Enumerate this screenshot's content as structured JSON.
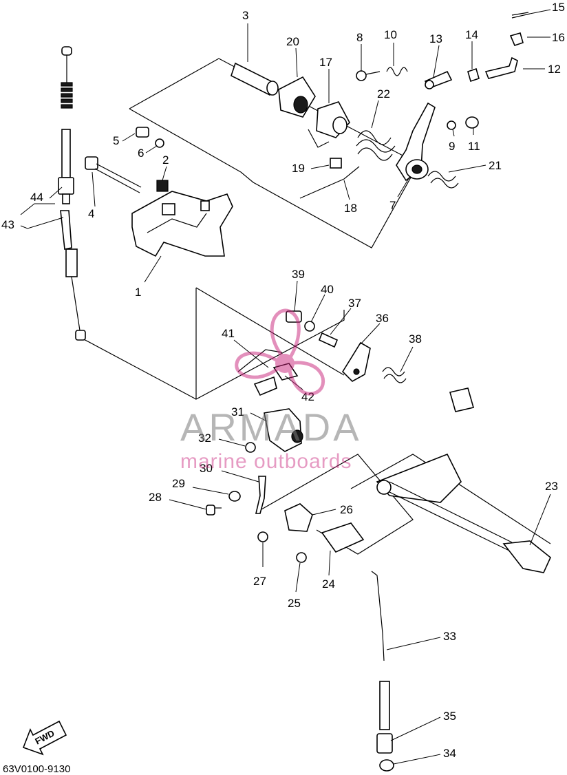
{
  "diagram": {
    "code": "63V0100-9130",
    "fwd_label": "FWD",
    "watermark": {
      "brand": "ARMADA",
      "tagline": "marine outboards",
      "color": "#c8227a"
    },
    "parts": [
      {
        "id": "1",
        "label": "1"
      },
      {
        "id": "2",
        "label": "2"
      },
      {
        "id": "3",
        "label": "3"
      },
      {
        "id": "4",
        "label": "4"
      },
      {
        "id": "5",
        "label": "5"
      },
      {
        "id": "6",
        "label": "6"
      },
      {
        "id": "7",
        "label": "7"
      },
      {
        "id": "8",
        "label": "8"
      },
      {
        "id": "9",
        "label": "9"
      },
      {
        "id": "10",
        "label": "10"
      },
      {
        "id": "11",
        "label": "11"
      },
      {
        "id": "12",
        "label": "12"
      },
      {
        "id": "13",
        "label": "13"
      },
      {
        "id": "14",
        "label": "14"
      },
      {
        "id": "15",
        "label": "15"
      },
      {
        "id": "16",
        "label": "16"
      },
      {
        "id": "17",
        "label": "17"
      },
      {
        "id": "18",
        "label": "18"
      },
      {
        "id": "19",
        "label": "19"
      },
      {
        "id": "20",
        "label": "20"
      },
      {
        "id": "21",
        "label": "21"
      },
      {
        "id": "22",
        "label": "22"
      },
      {
        "id": "23",
        "label": "23"
      },
      {
        "id": "24",
        "label": "24"
      },
      {
        "id": "25",
        "label": "25"
      },
      {
        "id": "26",
        "label": "26"
      },
      {
        "id": "27",
        "label": "27"
      },
      {
        "id": "28",
        "label": "28"
      },
      {
        "id": "29",
        "label": "29"
      },
      {
        "id": "30",
        "label": "30"
      },
      {
        "id": "31",
        "label": "31"
      },
      {
        "id": "32",
        "label": "32"
      },
      {
        "id": "33",
        "label": "33"
      },
      {
        "id": "34",
        "label": "34"
      },
      {
        "id": "35",
        "label": "35"
      },
      {
        "id": "36",
        "label": "36"
      },
      {
        "id": "37",
        "label": "37"
      },
      {
        "id": "38",
        "label": "38"
      },
      {
        "id": "39",
        "label": "39"
      },
      {
        "id": "40",
        "label": "40"
      },
      {
        "id": "41",
        "label": "41"
      },
      {
        "id": "42",
        "label": "42"
      },
      {
        "id": "43",
        "label": "43"
      },
      {
        "id": "44",
        "label": "44"
      }
    ]
  }
}
